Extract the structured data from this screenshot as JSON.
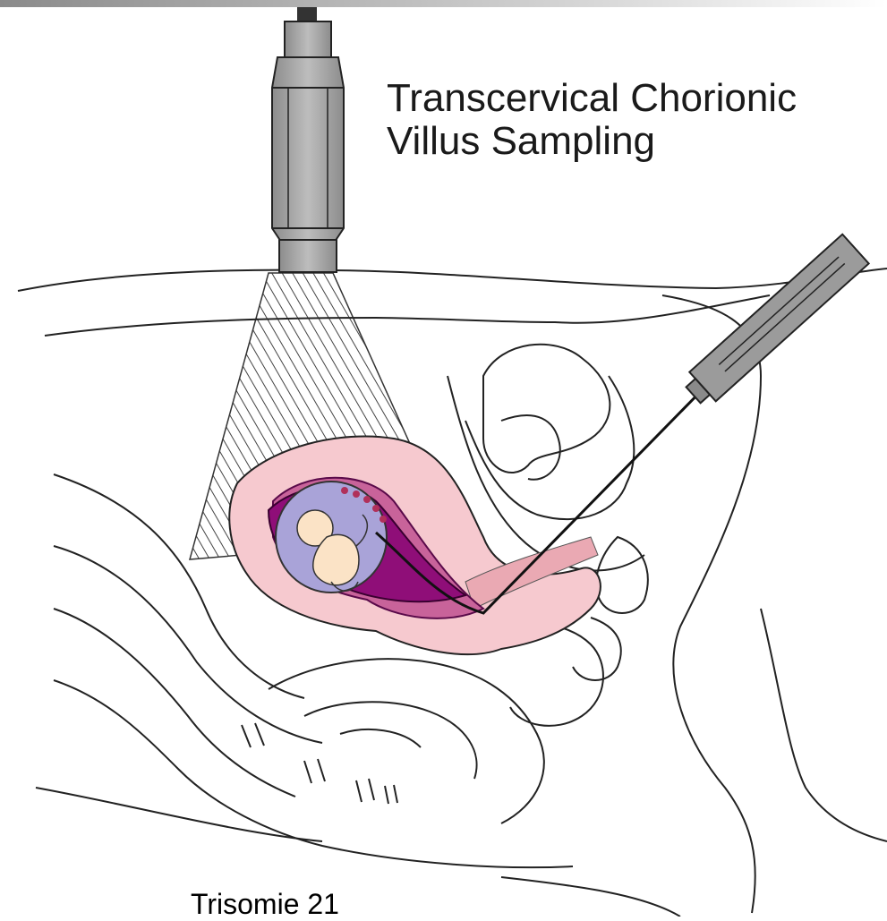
{
  "title_lines": [
    "Transcervical Chorionic",
    "Villus Sampling"
  ],
  "caption": "Trisomie 21",
  "colors": {
    "uterus": "#f6c9cf",
    "placenta": "#c8639a",
    "amnion": "#8f0e78",
    "amniotic_fluid": "#a9a3d8",
    "fetus": "#fbe3c6",
    "device": "#999999"
  },
  "icons": [
    "ultrasound-transducer-icon",
    "catheter-syringe-icon"
  ]
}
